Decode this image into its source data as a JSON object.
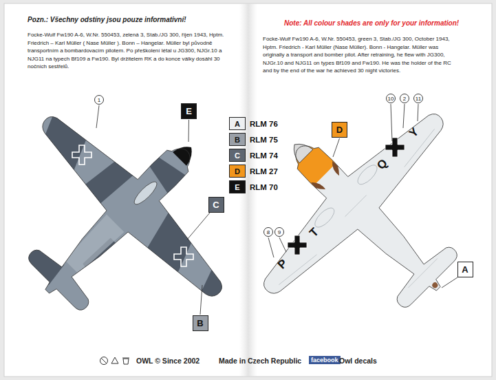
{
  "diagram": {
    "nodes": [
      {
        "text": [
          "1"
        ]
      },
      {
        "text": [
          "E"
        ]
      },
      {
        "text": [
          "10"
        ]
      },
      {
        "text": [
          "2"
        ]
      },
      {
        "text": [
          "11"
        ]
      },
      {
        "text": [
          "D"
        ]
      },
      {
        "text": [
          "C"
        ]
      },
      {
        "text": [
          "8"
        ]
      },
      {
        "text": [
          "9"
        ]
      },
      {
        "text": [
          "A"
        ]
      },
      {
        "text": [
          "B"
        ]
      }
    ],
    "labels": [
      "Pozn.: Všechny odstíny jsou pouze informativní!",
      "Note: All colour shades are only for your information!",
      "Focke-Wulf Fw190 A-6, W.Nr. 550453, zelená 3, Stab./JG 300, říjen 1943, Hptm. Friedrich – Karl Müller ( Nase Müller ). Bonn – Hangelar. Müller byl původně transportním a bombardovacím pilotem. Po přeškolení létal u JG300, NJGr.10 a NJG11 na typech Bf109 a Fw190. Byl držitelem RK a do konce války dosáhl 30 nočních sestřelů.",
      "Focke-Wulf Fw190 A-6, W.Nr. 550453, green 3, Stab./JG 300, October 1943, Hptm. Friedrich - Karl Müller (Nase Müller). Bonn - Hangelar. Müller was originally a transport and bomber pilot. After retraining, he flew with JG300, NJGr.10 and NJG11 on types Bf109 and Fw190. He was the holder of the RC and by the end of the war he achieved 30 night victories.",
      "A",
      "B",
      "C",
      "D",
      "E",
      "Q",
      "Y",
      "P",
      "T",
      "OWL © Since 2002",
      "Made in Czech Republic",
      "facebook",
      "Owl decals"
    ],
    "legend": [
      {
        "text": "RLM 76",
        "color": "#eef0f1"
      },
      {
        "text": "RLM 75",
        "color": "#9aa0a8"
      },
      {
        "text": "RLM 74",
        "color": "#5e6671"
      },
      {
        "text": "RLM 27",
        "color": "#f2961c"
      },
      {
        "text": "RLM 70",
        "color": "#111111"
      }
    ]
  }
}
